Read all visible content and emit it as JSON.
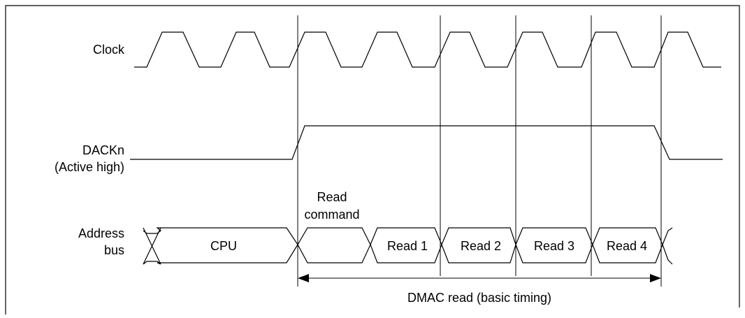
{
  "signals": {
    "clock": {
      "label": "Clock"
    },
    "dack": {
      "label_line1": "DACKn",
      "label_line2": "(Active high)"
    },
    "address": {
      "label_line1": "Address",
      "label_line2": "bus"
    }
  },
  "annotations": {
    "read_command_line1": "Read",
    "read_command_line2": "command"
  },
  "address_segments": [
    "CPU",
    "",
    "Read 1",
    "Read 2",
    "Read 3",
    "Read 4"
  ],
  "span": {
    "label": "DMAC read (basic timing)"
  }
}
